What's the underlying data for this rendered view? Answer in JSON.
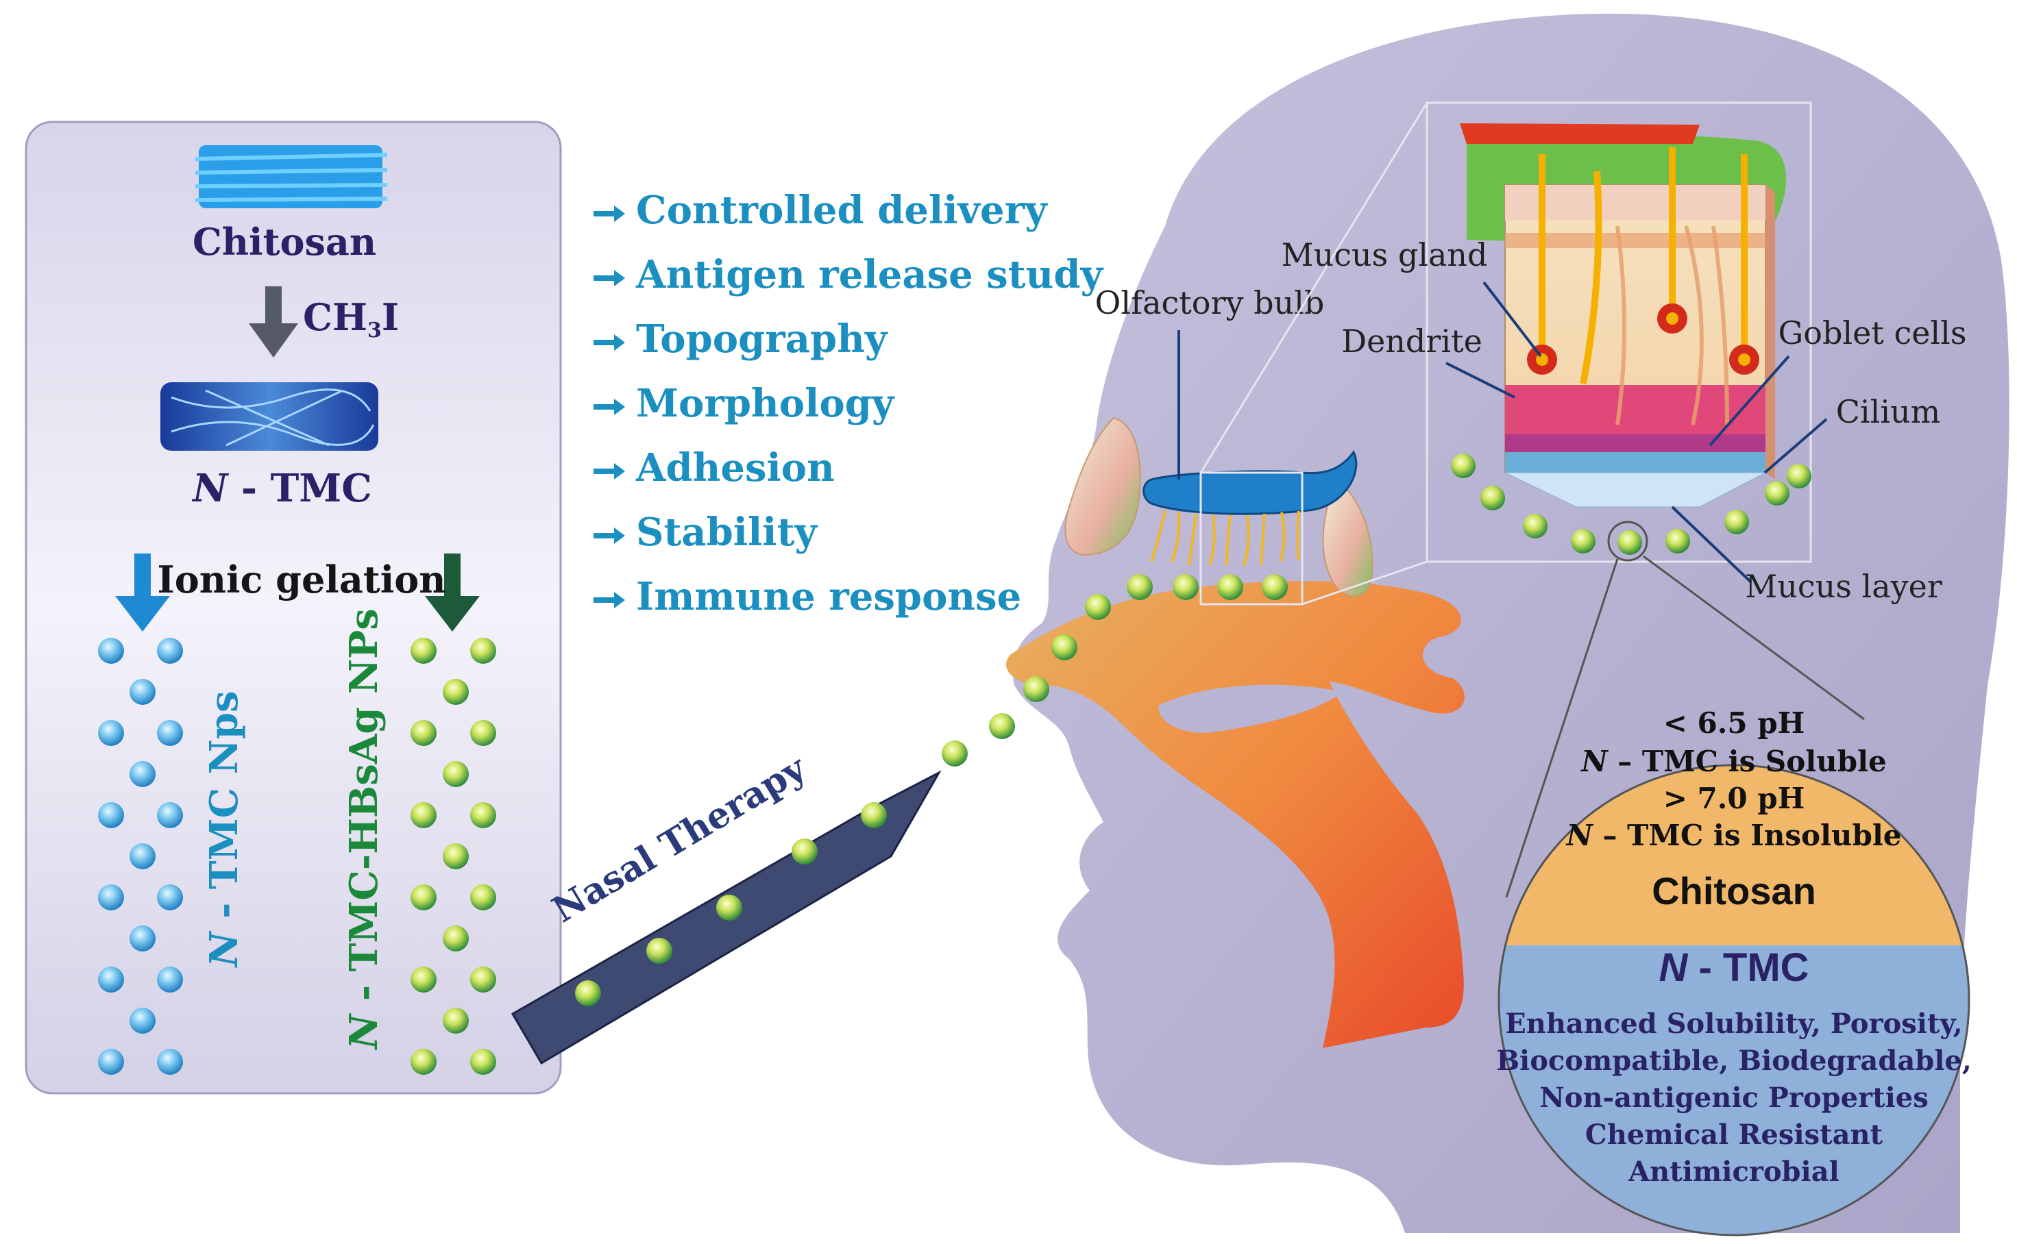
{
  "prep": {
    "chitosan": "Chitosan",
    "reagent": "CH3I",
    "reagent_main": "CH",
    "reagent_sub": "3",
    "reagent_tail": "I",
    "ntmc_italic": "N",
    "ntmc_rest": " - TMC",
    "gelation": "Ionic gelation",
    "nps_italic": "N",
    "nps_rest": " - TMC Nps",
    "hbsag_italic": "N",
    "hbsag_rest": " - TMC-HBsAg NPs"
  },
  "studies": [
    "Controlled delivery",
    "Antigen release study",
    "Topography",
    "Morphology",
    "Adhesion",
    "Stability",
    "Immune response"
  ],
  "route": {
    "label": "Nasal Therapy"
  },
  "anatomy": {
    "olfactory_bulb": "Olfactory bulb",
    "mucus_gland": "Mucus gland",
    "dendrite": "Dendrite",
    "goblet_cells": "Goblet cells",
    "cilium": "Cilium",
    "mucus_layer": "Mucus layer"
  },
  "properties": {
    "ph_low": "< 6.5 pH",
    "soluble_italic": "N",
    "soluble_rest": " – TMC is Soluble",
    "ph_high": "> 7.0 pH",
    "insoluble_italic": "N",
    "insoluble_rest": " – TMC is Insoluble",
    "chitosan": "Chitosan",
    "ntmc_italic": "N",
    "ntmc_rest": " - TMC",
    "features": [
      "Enhanced Solubility, Porosity,",
      "Biocompatible, Biodegradable,",
      "Non-antigenic Properties",
      "Chemical Resistant",
      "Antimicrobial"
    ]
  },
  "colors": {
    "head": "#b9b4d4",
    "panel": "#ebe8f4",
    "chitosan_text": "#2a2266",
    "study_text": "#1b8fc0",
    "np_blue": "#3a9fd8",
    "np_green": "#7dbf30",
    "ph_panel": "#f0b86a",
    "ntmc_panel": "#8fb0d8"
  }
}
